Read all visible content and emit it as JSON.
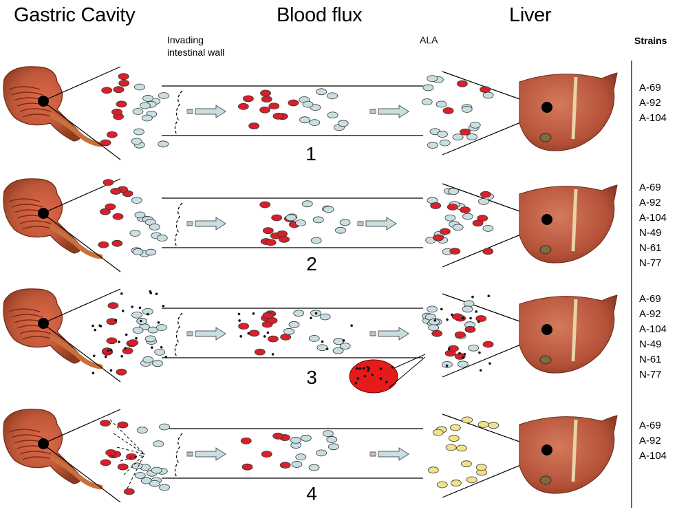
{
  "headers": {
    "gastric_cavity": "Gastric Cavity",
    "blood_flux": "Blood flux",
    "liver": "Liver",
    "invading": "Invading\nintestinal wall",
    "ala": "ALA",
    "strains": "Strains"
  },
  "rows": [
    {
      "number": "1",
      "strains": [
        "A-69",
        "A-92",
        "A-104"
      ]
    },
    {
      "number": "2",
      "strains": [
        "A-69",
        "A-92",
        "A-104",
        "N-49",
        "N-61",
        "N-77"
      ]
    },
    {
      "number": "3",
      "strains": [
        "A-69",
        "A-92",
        "A-104",
        "N-49",
        "N-61",
        "N-77"
      ]
    },
    {
      "number": "4",
      "strains": [
        "A-69",
        "A-92",
        "A-104"
      ]
    }
  ],
  "colors": {
    "red_cell": "#d8202a",
    "blue_cell": "#c8dee2",
    "yellow_cell": "#f1e28a",
    "liver": "#b5523a",
    "intestine": "#c0583a",
    "abscess": "#e51b1b"
  },
  "icons": [
    "intestine-icon",
    "liver-icon",
    "arrow-icon"
  ]
}
